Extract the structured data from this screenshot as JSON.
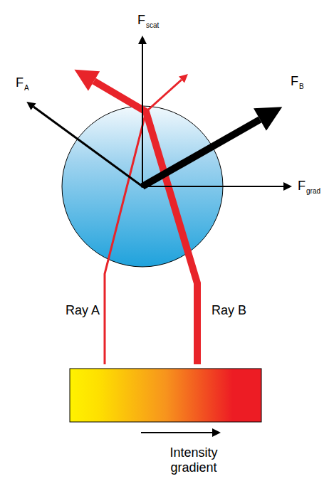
{
  "diagram": {
    "labels": [
      "F",
      "scat",
      "F",
      "A",
      "F",
      "B",
      "F",
      "grad",
      "Ray A",
      "Ray B",
      "Intensity gradient"
    ]
  }
}
